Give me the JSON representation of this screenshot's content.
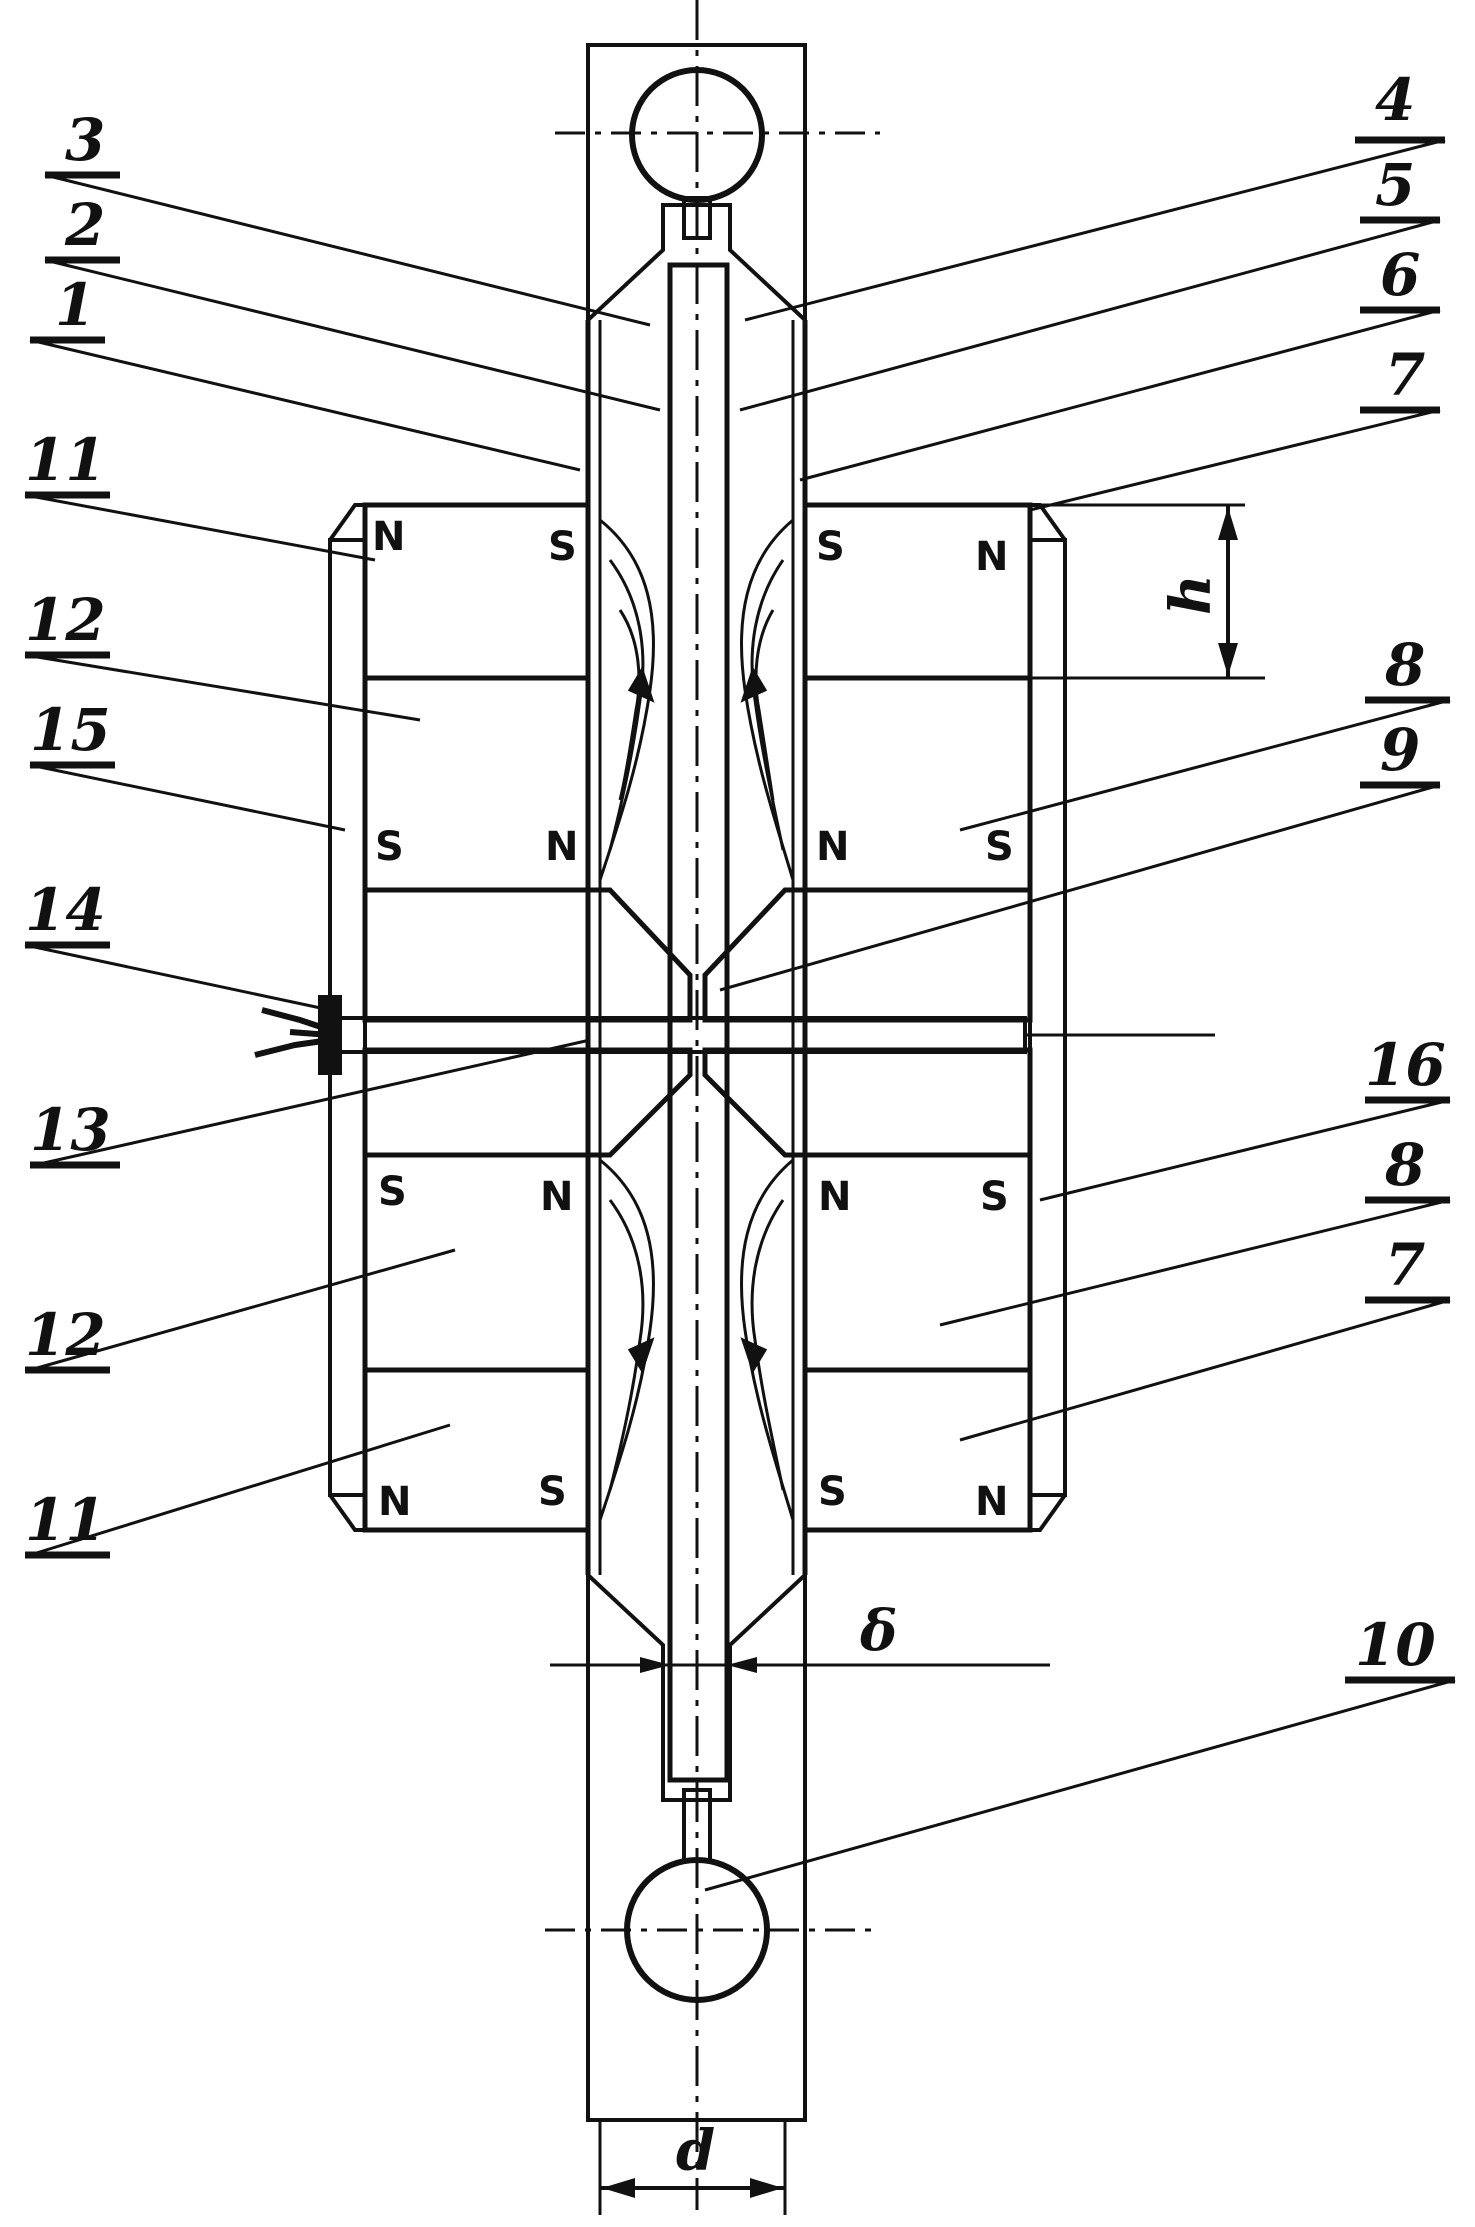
{
  "labels": {
    "l1": "1",
    "l2": "2",
    "l3": "3",
    "l4": "4",
    "l5": "5",
    "l6": "6",
    "l7_top": "7",
    "l7_bot": "7",
    "l8_top": "8",
    "l8_bot": "8",
    "l9": "9",
    "l10": "10",
    "l11_top": "11",
    "l11_bot": "11",
    "l12_top": "12",
    "l12_bot": "12",
    "l13": "13",
    "l14": "14",
    "l15": "15",
    "l16": "16"
  },
  "dimensions": {
    "h": "h",
    "delta": "δ",
    "d": "d"
  },
  "poles": {
    "top_left_top": [
      "N",
      "S"
    ],
    "top_left_bottom": [
      "S",
      "N"
    ],
    "top_right_top": [
      "S",
      "N"
    ],
    "top_right_bottom": [
      "N",
      "S"
    ],
    "bottom_left_top": [
      "S",
      "N"
    ],
    "bottom_left_bottom": [
      "N",
      "S"
    ],
    "bottom_right_top": [
      "N",
      "S"
    ],
    "bottom_right_bottom": [
      "S",
      "N"
    ]
  }
}
